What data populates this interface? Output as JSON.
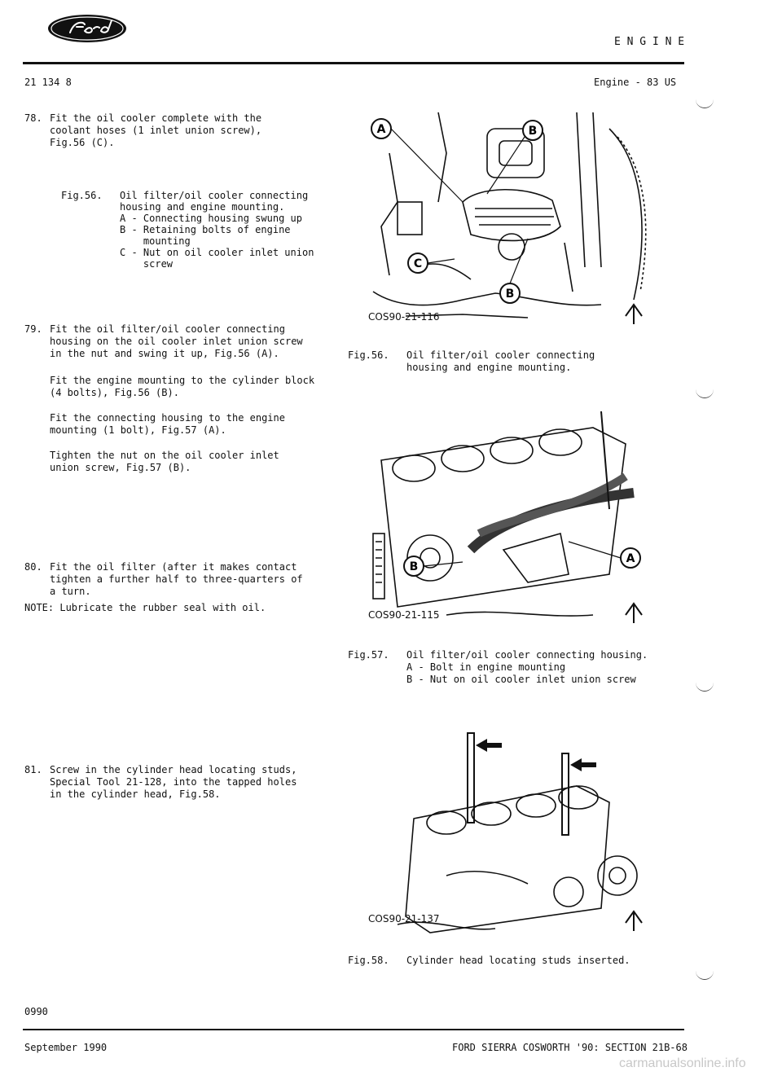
{
  "header": {
    "section": "E N G I N E",
    "doc_number": "21 134 8",
    "subtitle": "Engine - 83 US"
  },
  "steps": {
    "s78": {
      "number": "78.",
      "text": "Fit the oil cooler complete with the\ncoolant hoses (1 inlet union screw),\nFig.56 (C)."
    },
    "fig56_left_caption": {
      "label": "Fig.56.",
      "text": "Oil filter/oil cooler connecting\nhousing and engine mounting.\nA - Connecting housing swung up\nB - Retaining bolts of engine\n    mounting\nC - Nut on oil cooler inlet union\n    screw"
    },
    "s79": {
      "number": "79.",
      "p1": "Fit the oil filter/oil cooler connecting\nhousing on the oil cooler inlet union screw\nin the nut and swing it up, Fig.56 (A).",
      "p2": "Fit the engine mounting to the cylinder block\n(4 bolts), Fig.56 (B).",
      "p3": "Fit the connecting housing to the engine\nmounting (1 bolt), Fig.57 (A).",
      "p4": "Tighten the nut on the oil cooler inlet\nunion screw, Fig.57 (B)."
    },
    "s80": {
      "number": "80.",
      "text": "Fit the oil filter (after it makes contact\ntighten a further half to three-quarters of\na turn."
    },
    "note": "NOTE: Lubricate the rubber seal with oil.",
    "s81": {
      "number": "81.",
      "text": "Screw in the cylinder head locating studs,\nSpecial Tool 21-128, into the tapped holes\nin the cylinder head, Fig.58."
    }
  },
  "figures": {
    "fig56": {
      "code": "COS90-21-116",
      "callouts": [
        "A",
        "B",
        "C",
        "B"
      ],
      "caption_label": "Fig.56.",
      "caption_text": "Oil filter/oil cooler connecting\nhousing and engine mounting."
    },
    "fig57": {
      "code": "COS90-21-115",
      "callouts": [
        "B",
        "A"
      ],
      "caption_label": "Fig.57.",
      "caption_text": "Oil filter/oil cooler connecting housing.\nA - Bolt in engine mounting\nB - Nut on oil cooler inlet union screw"
    },
    "fig58": {
      "code": "COS90-21-137",
      "caption_label": "Fig.58.",
      "caption_text": "Cylinder head locating studs inserted."
    }
  },
  "footer": {
    "page_code": "0990",
    "date": "September 1990",
    "section_ref": "FORD SIERRA COSWORTH '90: SECTION 21B-68"
  },
  "watermark": "carmanualsonline.info",
  "colors": {
    "ink": "#111111",
    "logo": "#111111",
    "watermark": "#c8c8c8"
  }
}
